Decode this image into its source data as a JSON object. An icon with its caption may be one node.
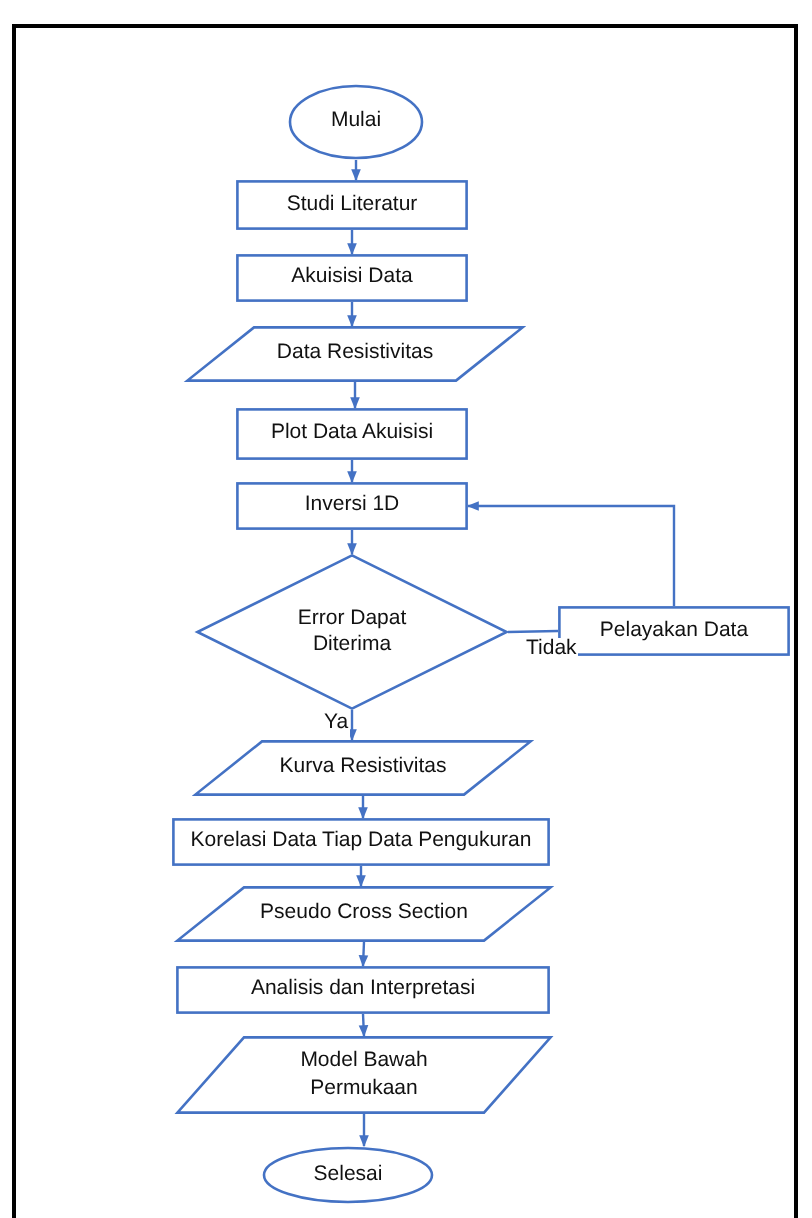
{
  "diagram": {
    "nodes": [
      {
        "text": [
          "Mulai"
        ]
      },
      {
        "text": [
          "Studi Literatur"
        ]
      },
      {
        "text": [
          "Akuisisi Data"
        ]
      },
      {
        "text": [
          "Data Resistivitas"
        ]
      },
      {
        "text": [
          "Plot Data Akuisisi"
        ]
      },
      {
        "text": [
          "Inversi 1D"
        ]
      },
      {
        "text": [
          "Error Dapat Diterima"
        ]
      },
      {
        "text": [
          "Pelayakan Data"
        ]
      },
      {
        "text": [
          "Kurva Resistivitas"
        ]
      },
      {
        "text": [
          "Korelasi Data Tiap Data Pengukuran"
        ]
      },
      {
        "text": [
          "Pseudo Cross Section"
        ]
      },
      {
        "text": [
          "Analisis dan Interpretasi"
        ]
      },
      {
        "text": [
          "Model Bawah Permukaan"
        ]
      },
      {
        "text": [
          "Selesai"
        ]
      }
    ],
    "edges": [
      {
        "from": 0,
        "to": 1,
        "arrow": "to"
      },
      {
        "from": 1,
        "to": 2,
        "arrow": "to"
      },
      {
        "from": 2,
        "to": 3,
        "arrow": "to"
      },
      {
        "from": 3,
        "to": 4,
        "arrow": "to"
      },
      {
        "from": 4,
        "to": 5,
        "arrow": "to"
      },
      {
        "from": 5,
        "to": 6,
        "arrow": "to"
      },
      {
        "from": 6,
        "to": 7,
        "arrow": "none",
        "label": "Tidak"
      },
      {
        "from": 7,
        "to": 5,
        "arrow": "to"
      },
      {
        "from": 6,
        "to": 8,
        "arrow": "to",
        "label": "Ya"
      },
      {
        "from": 8,
        "to": 9,
        "arrow": "to"
      },
      {
        "from": 9,
        "to": 10,
        "arrow": "to"
      },
      {
        "from": 10,
        "to": 11,
        "arrow": "to"
      },
      {
        "from": 11,
        "to": 12,
        "arrow": "to"
      },
      {
        "from": 12,
        "to": 13,
        "arrow": "to"
      }
    ]
  }
}
